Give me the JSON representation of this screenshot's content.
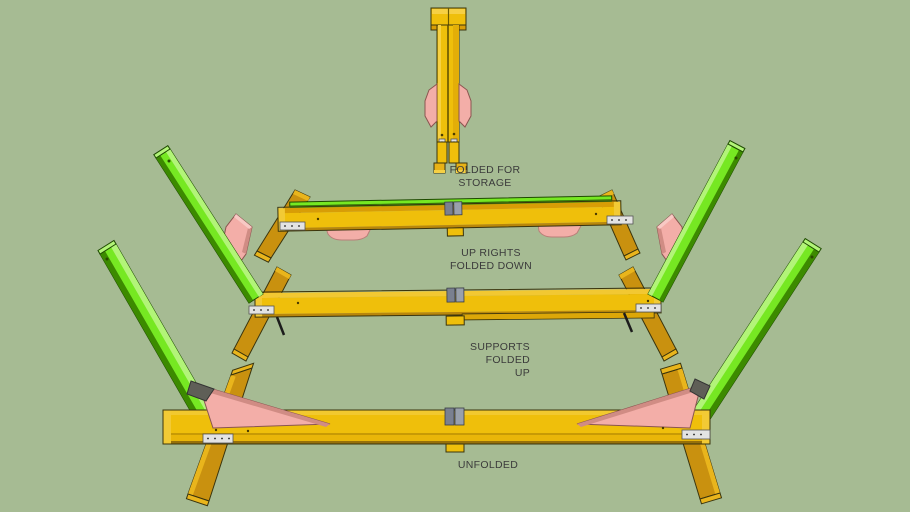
{
  "scene": {
    "description_labels_note": "SketchUp-style diagram of a folding work stand in four states",
    "labels": [
      {
        "id": "folded-for-storage",
        "text": "FOLDED FOR\nSTORAGE"
      },
      {
        "id": "uprights-folded-down",
        "text": "UP RIGHTS\nFOLDED DOWN"
      },
      {
        "id": "supports-folded-up",
        "text": "SUPPORTS FOLDED\nUP"
      },
      {
        "id": "unfolded",
        "text": "UNFOLDED"
      }
    ],
    "colors": {
      "background": "#a6bb93",
      "edge": "#3a340d",
      "wood_yellow": "#efbf0b",
      "wood_yellow_light": "#f6d044",
      "end_cap": "#f2ca35",
      "wood_orange": "#d89d06",
      "wood_shade": "#b8860b",
      "wood_bottom": "#96700a",
      "foot_ochre": "#c9910f",
      "foot_light": "#e9b51c",
      "upright_green": "#76e822",
      "upright_green_light": "#b2f478",
      "upright_green_dark": "#3c8a00",
      "gusset_pink": "#f3aea8",
      "gusset_pink_light": "#f8c9c4",
      "gusset_pink_dark": "#d08c84",
      "bracket_gray": "#7a8090",
      "bracket_gray_light": "#99a0ac",
      "hinge_silver": "#e3e3e3",
      "dark_tip": "#5f5f57",
      "label_text": "#3b3b3b"
    }
  }
}
